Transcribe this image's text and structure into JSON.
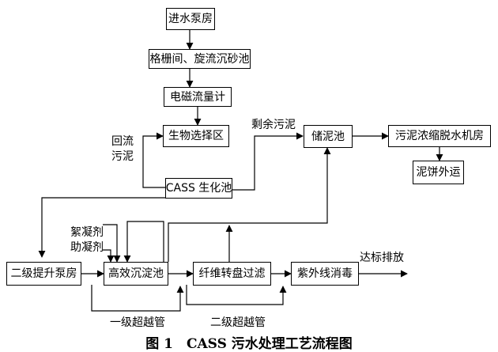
{
  "nodes": {
    "pump_house": "进水泵房",
    "grit": "格栅间、旋流沉砂池",
    "flowmeter": "电磁流量计",
    "selector": "生物选择区",
    "cass": "CASS 生化池",
    "sludge_tank": "储泥池",
    "dewater": "污泥浓缩脱水机房",
    "cake": "泥饼外运",
    "lift": "二级提升泵房",
    "settler": "高效沉淀池",
    "filter": "纤维转盘过滤",
    "uv": "紫外线消毒"
  },
  "labels": {
    "return_1": "回流",
    "return_2": "污泥",
    "excess": "剩余污泥",
    "floc": "絮凝剂",
    "coag": "助凝剂",
    "discharge": "达标排放",
    "bypass1": "一级超越管",
    "bypass2": "二级超越管"
  },
  "caption": "图 1　CASS 污水处理工艺流程图"
}
